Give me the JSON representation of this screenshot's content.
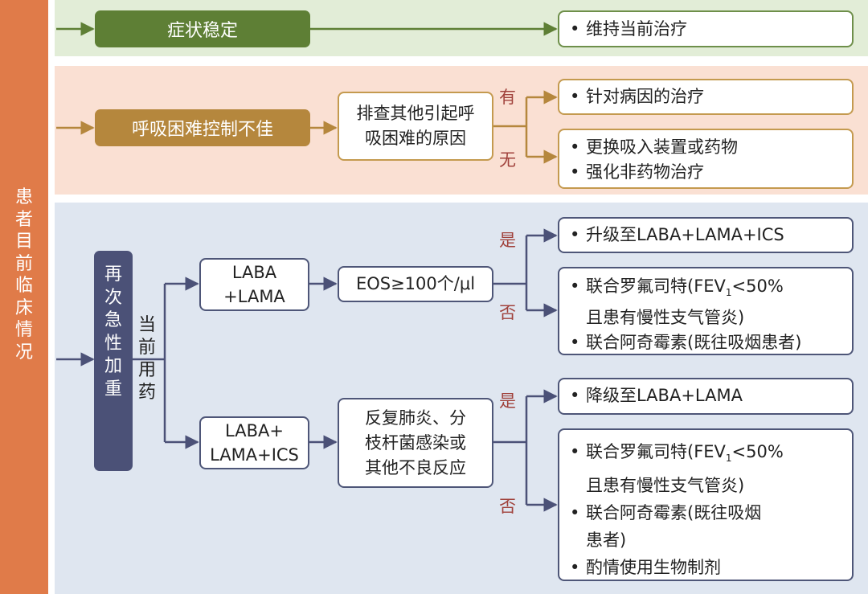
{
  "sidebar": {
    "title": "患\n者\n目\n前\n临\n床\n情\n况"
  },
  "row1": {
    "condition": "症状稳定",
    "action": "维持当前治疗"
  },
  "row2": {
    "condition": "呼吸困难控制不佳",
    "check": "排查其他引起呼\n吸困难的原因",
    "yes_label": "有",
    "no_label": "无",
    "yes_action": "针对病因的治疗",
    "no_actions": [
      "更换吸入装置或药物",
      "强化非药物治疗"
    ]
  },
  "row3": {
    "condition": "再\n次\n急\n性\n加\n重",
    "current_drug_label": "当\n前\n用\n药",
    "branch_a": {
      "drug": "LABA\n+LAMA",
      "check": "EOS≥100个/μl",
      "yes_label": "是",
      "no_label": "否",
      "yes_action": "升级至LABA+LAMA+ICS",
      "no_action_1_pre": "联合罗氟司特(FEV",
      "no_action_1_sub": "1",
      "no_action_1_post": "<50%\n且患有慢性支气管炎)",
      "no_action_2": "联合阿奇霉素(既往吸烟患者)"
    },
    "branch_b": {
      "drug": "LABA+\nLAMA+ICS",
      "check": "反复肺炎、分\n枝杆菌感染或\n其他不良反应",
      "yes_label": "是",
      "no_label": "否",
      "yes_action": "降级至LABA+LAMA",
      "no_action_1_pre": "联合罗氟司特(FEV",
      "no_action_1_sub": "1",
      "no_action_1_post": "<50%\n且患有慢性支气管炎)",
      "no_action_2": "联合阿奇霉素(既往吸烟\n患者)",
      "no_action_3": "酌情使用生物制剂"
    }
  },
  "bullet": "•",
  "colors": {
    "sidebar": "#e07b49",
    "green": "#5e7f35",
    "gold": "#b5873d",
    "navy": "#4b5177",
    "label_red": "#a0413b"
  }
}
